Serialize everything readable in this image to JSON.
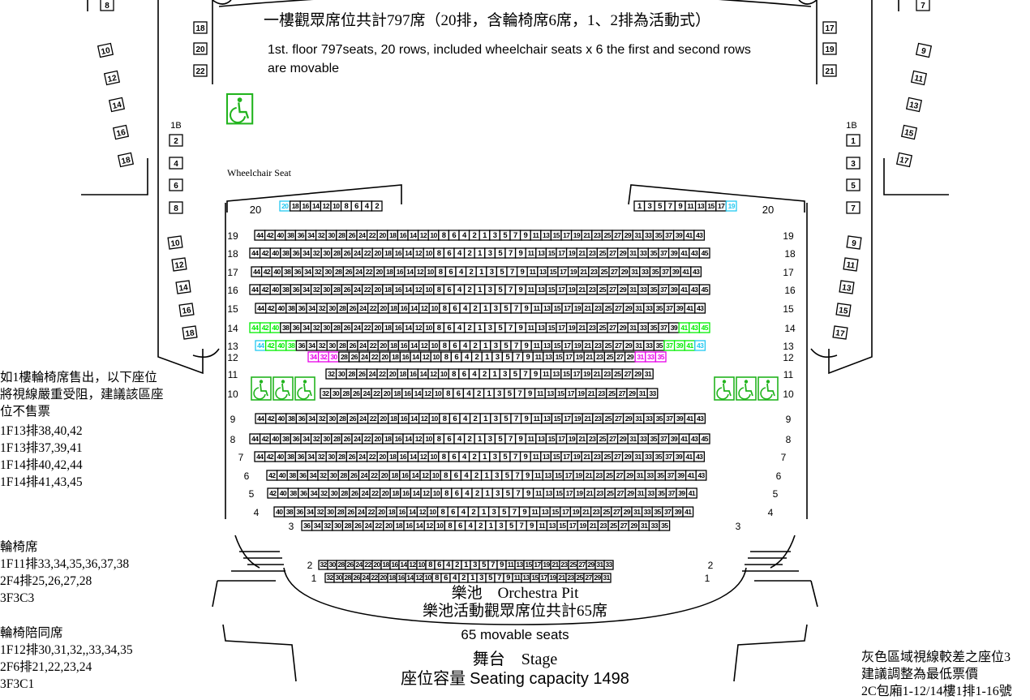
{
  "header": {
    "title_zh": "一樓觀眾席位共計797席（20排，含輪椅席6席，1、2排為活動式）",
    "title_en": "1st. floor 797seats, 20 rows, included wheelchair seats x 6 the first and second rows are movable"
  },
  "wheelchair_label": "Wheelchair Seat",
  "left_notes": {
    "block1": [
      "如1樓輪椅席售出，以下座位",
      "將視線嚴重受阻，建議該區座",
      "位不售票",
      "1F13排38,40,42",
      "1F13排37,39,41",
      "1F14排40,42,44",
      "1F14排41,43,45"
    ],
    "block2": [
      "輪椅席",
      "1F11排33,34,35,36,37,38",
      "2F4排25,26,27,28",
      "3F3C3"
    ],
    "block3": [
      "輪椅陪同席",
      "1F12排30,31,32,,33,34,35",
      "2F6排21,22,23,24",
      "3F3C1"
    ]
  },
  "pit": {
    "label": "樂池　Orchestra Pit",
    "sub": "樂池活動觀眾席位共計65席",
    "movable": "65 movable seats"
  },
  "stage": {
    "label": "舞台　Stage",
    "capacity_zh": "座位容量",
    "capacity_en": "Seating capacity 1498"
  },
  "right_note": [
    "灰色區域視線較差之座位3",
    "建議調整為最低票價",
    "2C包廂1-12/14樓1排1-16號"
  ],
  "box_labels": {
    "left_top": [
      "8",
      "10",
      "12",
      "14",
      "16",
      "18"
    ],
    "left_mid_a": [
      "18",
      "20",
      "22"
    ],
    "left_mid_head": "1B",
    "left_mid_b": [
      "2",
      "4",
      "6",
      "8",
      "10",
      "12",
      "14",
      "16",
      "18"
    ],
    "right_top": [
      "7",
      "9",
      "11",
      "13",
      "15",
      "17"
    ],
    "right_mid_a": [
      "17",
      "19",
      "21"
    ],
    "right_mid_head": "1B",
    "right_mid_b": [
      "1",
      "3",
      "5",
      "7",
      "9",
      "11",
      "13",
      "15",
      "17"
    ]
  },
  "colors": {
    "wheelchair": "#22b41e",
    "green": "#00ee00",
    "cyan": "#22c8f0",
    "magenta": "#e800e8",
    "black": "#000000"
  },
  "seating": {
    "rows": [
      {
        "row": "20",
        "left": [
          "20",
          "18",
          "16",
          "14",
          "12",
          "10",
          "8",
          "6",
          "4",
          "2"
        ],
        "right": [
          "1",
          "3",
          "5",
          "7",
          "9",
          "11",
          "13",
          "15",
          "17",
          "19"
        ],
        "split": true
      },
      {
        "row": "19",
        "left": [
          "44",
          "42",
          "40",
          "38",
          "36",
          "34",
          "32",
          "30",
          "28",
          "26",
          "24",
          "22",
          "20",
          "18",
          "16",
          "14",
          "12",
          "10",
          "8",
          "6",
          "4",
          "2"
        ],
        "right": [
          "1",
          "3",
          "5",
          "7",
          "9",
          "11",
          "13",
          "15",
          "17",
          "19",
          "21",
          "23",
          "25",
          "27",
          "29",
          "31",
          "33",
          "35",
          "37",
          "39",
          "41",
          "43"
        ]
      },
      {
        "row": "18",
        "left": [
          "44",
          "42",
          "40",
          "38",
          "36",
          "34",
          "32",
          "30",
          "28",
          "26",
          "24",
          "22",
          "20",
          "18",
          "16",
          "14",
          "12",
          "10",
          "8",
          "6",
          "4",
          "2"
        ],
        "right": [
          "1",
          "3",
          "5",
          "7",
          "9",
          "11",
          "13",
          "15",
          "17",
          "19",
          "21",
          "23",
          "25",
          "27",
          "29",
          "31",
          "33",
          "35",
          "37",
          "39",
          "41",
          "43",
          "45"
        ]
      },
      {
        "row": "17",
        "left": [
          "44",
          "42",
          "40",
          "38",
          "36",
          "34",
          "32",
          "30",
          "28",
          "26",
          "24",
          "22",
          "20",
          "18",
          "16",
          "14",
          "12",
          "10",
          "8",
          "6",
          "4",
          "2"
        ],
        "right": [
          "1",
          "3",
          "5",
          "7",
          "9",
          "11",
          "13",
          "15",
          "17",
          "19",
          "21",
          "23",
          "25",
          "27",
          "29",
          "31",
          "33",
          "35",
          "37",
          "39",
          "41",
          "43"
        ]
      },
      {
        "row": "16",
        "left": [
          "44",
          "42",
          "40",
          "38",
          "36",
          "34",
          "32",
          "30",
          "28",
          "26",
          "24",
          "22",
          "20",
          "18",
          "16",
          "14",
          "12",
          "10",
          "8",
          "6",
          "4",
          "2"
        ],
        "right": [
          "1",
          "3",
          "5",
          "7",
          "9",
          "11",
          "13",
          "15",
          "17",
          "19",
          "21",
          "23",
          "25",
          "27",
          "29",
          "31",
          "33",
          "35",
          "37",
          "39",
          "41",
          "43",
          "45"
        ]
      },
      {
        "row": "15",
        "left": [
          "44",
          "42",
          "40",
          "38",
          "36",
          "34",
          "32",
          "30",
          "28",
          "26",
          "24",
          "22",
          "20",
          "18",
          "16",
          "14",
          "12",
          "10",
          "8",
          "6",
          "4",
          "2"
        ],
        "right": [
          "1",
          "3",
          "5",
          "7",
          "9",
          "11",
          "13",
          "15",
          "17",
          "19",
          "21",
          "23",
          "25",
          "27",
          "29",
          "31",
          "33",
          "35",
          "37",
          "39",
          "41",
          "43"
        ]
      },
      {
        "row": "14",
        "left": [
          "44",
          "42",
          "40",
          "38",
          "36",
          "34",
          "32",
          "30",
          "28",
          "26",
          "24",
          "22",
          "20",
          "18",
          "16",
          "14",
          "12",
          "10",
          "8",
          "6",
          "4",
          "2"
        ],
        "right": [
          "1",
          "3",
          "5",
          "7",
          "9",
          "11",
          "13",
          "15",
          "17",
          "19",
          "21",
          "23",
          "25",
          "27",
          "29",
          "31",
          "33",
          "35",
          "37",
          "39",
          "41",
          "43",
          "45"
        ]
      },
      {
        "row": "13",
        "left": [
          "44",
          "42",
          "40",
          "38",
          "36",
          "34",
          "32",
          "30",
          "28",
          "26",
          "24",
          "22",
          "20",
          "18",
          "16",
          "14",
          "12",
          "10",
          "8",
          "6",
          "4",
          "2"
        ],
        "right": [
          "1",
          "3",
          "5",
          "7",
          "9",
          "11",
          "13",
          "15",
          "17",
          "19",
          "21",
          "23",
          "25",
          "27",
          "29",
          "31",
          "33",
          "35",
          "37",
          "39",
          "41",
          "43"
        ]
      },
      {
        "row": "12",
        "left": [
          "34",
          "32",
          "30",
          "28",
          "26",
          "24",
          "22",
          "20",
          "18",
          "16",
          "14",
          "12",
          "10",
          "8",
          "6",
          "4",
          "2"
        ],
        "right": [
          "1",
          "3",
          "5",
          "7",
          "9",
          "11",
          "13",
          "15",
          "17",
          "19",
          "21",
          "23",
          "25",
          "27",
          "29",
          "31",
          "33",
          "35"
        ]
      },
      {
        "row": "11",
        "left": [
          "32",
          "30",
          "28",
          "26",
          "24",
          "22",
          "20",
          "18",
          "16",
          "14",
          "12",
          "10",
          "8",
          "6",
          "4",
          "2"
        ],
        "right": [
          "1",
          "3",
          "5",
          "7",
          "9",
          "11",
          "13",
          "15",
          "17",
          "19",
          "21",
          "23",
          "25",
          "27",
          "29",
          "31"
        ]
      },
      {
        "row": "10",
        "left": [
          "32",
          "30",
          "28",
          "26",
          "24",
          "22",
          "20",
          "18",
          "16",
          "14",
          "12",
          "10",
          "8",
          "6",
          "4",
          "2"
        ],
        "right": [
          "1",
          "3",
          "5",
          "7",
          "9",
          "11",
          "13",
          "15",
          "17",
          "19",
          "21",
          "23",
          "25",
          "27",
          "29",
          "31",
          "33"
        ]
      },
      {
        "row": "9",
        "left": [
          "44",
          "42",
          "40",
          "38",
          "36",
          "34",
          "32",
          "30",
          "28",
          "26",
          "24",
          "22",
          "20",
          "18",
          "16",
          "14",
          "12",
          "10",
          "8",
          "6",
          "4",
          "2"
        ],
        "right": [
          "1",
          "3",
          "5",
          "7",
          "9",
          "11",
          "13",
          "15",
          "17",
          "19",
          "21",
          "23",
          "25",
          "27",
          "29",
          "31",
          "33",
          "35",
          "37",
          "39",
          "41",
          "43"
        ]
      },
      {
        "row": "8",
        "left": [
          "44",
          "42",
          "40",
          "38",
          "36",
          "34",
          "32",
          "30",
          "28",
          "26",
          "24",
          "22",
          "20",
          "18",
          "16",
          "14",
          "12",
          "10",
          "8",
          "6",
          "4",
          "2"
        ],
        "right": [
          "1",
          "3",
          "5",
          "7",
          "9",
          "11",
          "13",
          "15",
          "17",
          "19",
          "21",
          "23",
          "25",
          "27",
          "29",
          "31",
          "33",
          "35",
          "37",
          "39",
          "41",
          "43",
          "45"
        ]
      },
      {
        "row": "7",
        "left": [
          "44",
          "42",
          "40",
          "38",
          "36",
          "34",
          "32",
          "30",
          "28",
          "26",
          "24",
          "22",
          "20",
          "18",
          "16",
          "14",
          "12",
          "10",
          "8",
          "6",
          "4",
          "2"
        ],
        "right": [
          "1",
          "3",
          "5",
          "7",
          "9",
          "11",
          "13",
          "15",
          "17",
          "19",
          "21",
          "23",
          "25",
          "27",
          "29",
          "31",
          "33",
          "35",
          "37",
          "39",
          "41",
          "43"
        ]
      },
      {
        "row": "6",
        "left": [
          "42",
          "40",
          "38",
          "36",
          "34",
          "32",
          "30",
          "28",
          "26",
          "24",
          "22",
          "20",
          "18",
          "16",
          "14",
          "12",
          "10",
          "8",
          "6",
          "4",
          "2"
        ],
        "right": [
          "1",
          "3",
          "5",
          "7",
          "9",
          "11",
          "13",
          "15",
          "17",
          "19",
          "21",
          "23",
          "25",
          "27",
          "29",
          "31",
          "33",
          "35",
          "37",
          "39",
          "41",
          "43"
        ]
      },
      {
        "row": "5",
        "left": [
          "42",
          "40",
          "38",
          "36",
          "34",
          "32",
          "30",
          "28",
          "26",
          "24",
          "22",
          "20",
          "18",
          "16",
          "14",
          "12",
          "10",
          "8",
          "6",
          "4",
          "2"
        ],
        "right": [
          "1",
          "3",
          "5",
          "7",
          "9",
          "11",
          "13",
          "15",
          "17",
          "19",
          "21",
          "23",
          "25",
          "27",
          "29",
          "31",
          "33",
          "35",
          "37",
          "39",
          "41"
        ]
      },
      {
        "row": "4",
        "left": [
          "40",
          "38",
          "36",
          "34",
          "32",
          "30",
          "28",
          "26",
          "24",
          "22",
          "20",
          "18",
          "16",
          "14",
          "12",
          "10",
          "8",
          "6",
          "4",
          "2"
        ],
        "right": [
          "1",
          "3",
          "5",
          "7",
          "9",
          "11",
          "13",
          "15",
          "17",
          "19",
          "21",
          "23",
          "25",
          "27",
          "29",
          "31",
          "33",
          "35",
          "37",
          "39",
          "41"
        ]
      },
      {
        "row": "3",
        "left": [
          "36",
          "34",
          "32",
          "30",
          "28",
          "26",
          "24",
          "22",
          "20",
          "18",
          "16",
          "14",
          "12",
          "10",
          "8",
          "6",
          "4",
          "2"
        ],
        "right": [
          "1",
          "3",
          "5",
          "7",
          "9",
          "11",
          "13",
          "15",
          "17",
          "19",
          "21",
          "23",
          "25",
          "27",
          "29",
          "31",
          "33",
          "35"
        ]
      },
      {
        "row": "2",
        "left": [
          "32",
          "30",
          "28",
          "26",
          "24",
          "22",
          "20",
          "18",
          "16",
          "14",
          "12",
          "10",
          "8",
          "6",
          "4",
          "2"
        ],
        "right": [
          "1",
          "3",
          "5",
          "7",
          "9",
          "11",
          "13",
          "15",
          "17",
          "19",
          "21",
          "23",
          "25",
          "27",
          "29",
          "31",
          "33"
        ],
        "pit": true
      },
      {
        "row": "1",
        "left": [
          "32",
          "30",
          "28",
          "26",
          "24",
          "22",
          "20",
          "18",
          "16",
          "14",
          "12",
          "10",
          "8",
          "6",
          "4",
          "2"
        ],
        "right": [
          "1",
          "3",
          "5",
          "7",
          "9",
          "11",
          "13",
          "15",
          "17",
          "19",
          "21",
          "23",
          "25",
          "27",
          "29",
          "31"
        ],
        "pit": true
      }
    ],
    "highlights": {
      "20": {
        "20": "cyan",
        "19": "cyan"
      },
      "14": {
        "44": "green",
        "42": "green",
        "40": "green",
        "41": "green",
        "43": "green",
        "45": "green"
      },
      "13": {
        "44": "cyan",
        "42": "green",
        "40": "green",
        "38": "green",
        "37": "green",
        "39": "green",
        "41": "green",
        "43": "cyan"
      },
      "12": {
        "34": "magenta",
        "32": "magenta",
        "30": "magenta",
        "31": "magenta",
        "33": "magenta",
        "35": "magenta"
      }
    }
  }
}
